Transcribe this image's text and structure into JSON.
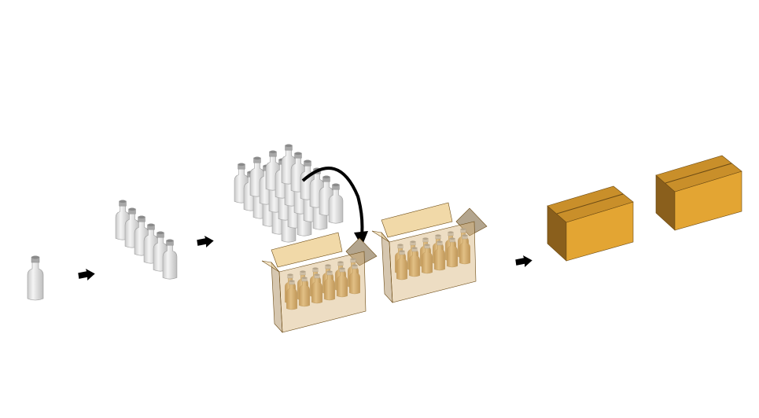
{
  "colors": {
    "bottle_body": "#e8e8e8",
    "bottle_shade": "#b5b5b5",
    "cap": "#9a9a9a",
    "box_front": "#e3a533",
    "box_side": "#8a5f1c",
    "box_top": "#c98f2a",
    "open_box": "#d8b47a",
    "flap": "#f1d9a8",
    "flap_side": "#b3a58e",
    "arrow": "#000000"
  },
  "stages": {
    "single_bottle_count": 1,
    "row_bottle_count": 6,
    "grid_rows": 4,
    "grid_cols": 6,
    "open_box_count": 2,
    "closed_box_count": 2
  }
}
